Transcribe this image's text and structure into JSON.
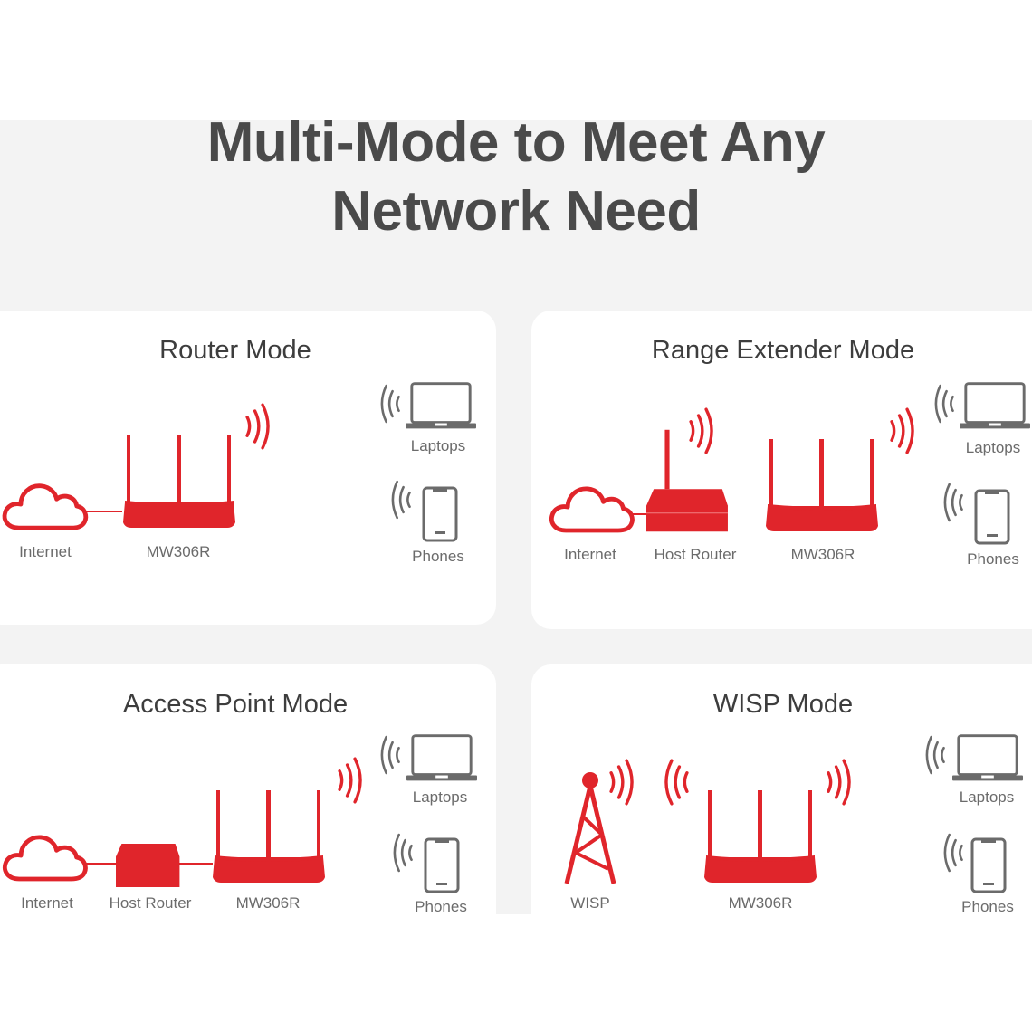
{
  "headline": {
    "line1": "Multi-Mode to Meet Any",
    "line2": "Network Need"
  },
  "colors": {
    "accent": "#e0252b",
    "text": "#4a4a4a",
    "icon_gray": "#6b6b6b",
    "panel_bg": "#f3f3f3",
    "card_bg": "#ffffff"
  },
  "modes": [
    {
      "title": "Router Mode",
      "nodes": [
        "Internet",
        "MW306R"
      ],
      "clients": [
        "Laptops",
        "Phones"
      ]
    },
    {
      "title": "Range Extender Mode",
      "nodes": [
        "Internet",
        "Host Router",
        "MW306R"
      ],
      "clients": [
        "Laptops",
        "Phones"
      ]
    },
    {
      "title": "Access Point Mode",
      "nodes": [
        "Internet",
        "Host Router",
        "MW306R"
      ],
      "clients": [
        "Laptops",
        "Phones"
      ]
    },
    {
      "title": "WISP Mode",
      "nodes": [
        "WISP",
        "MW306R"
      ],
      "clients": [
        "Laptops",
        "Phones"
      ]
    }
  ]
}
